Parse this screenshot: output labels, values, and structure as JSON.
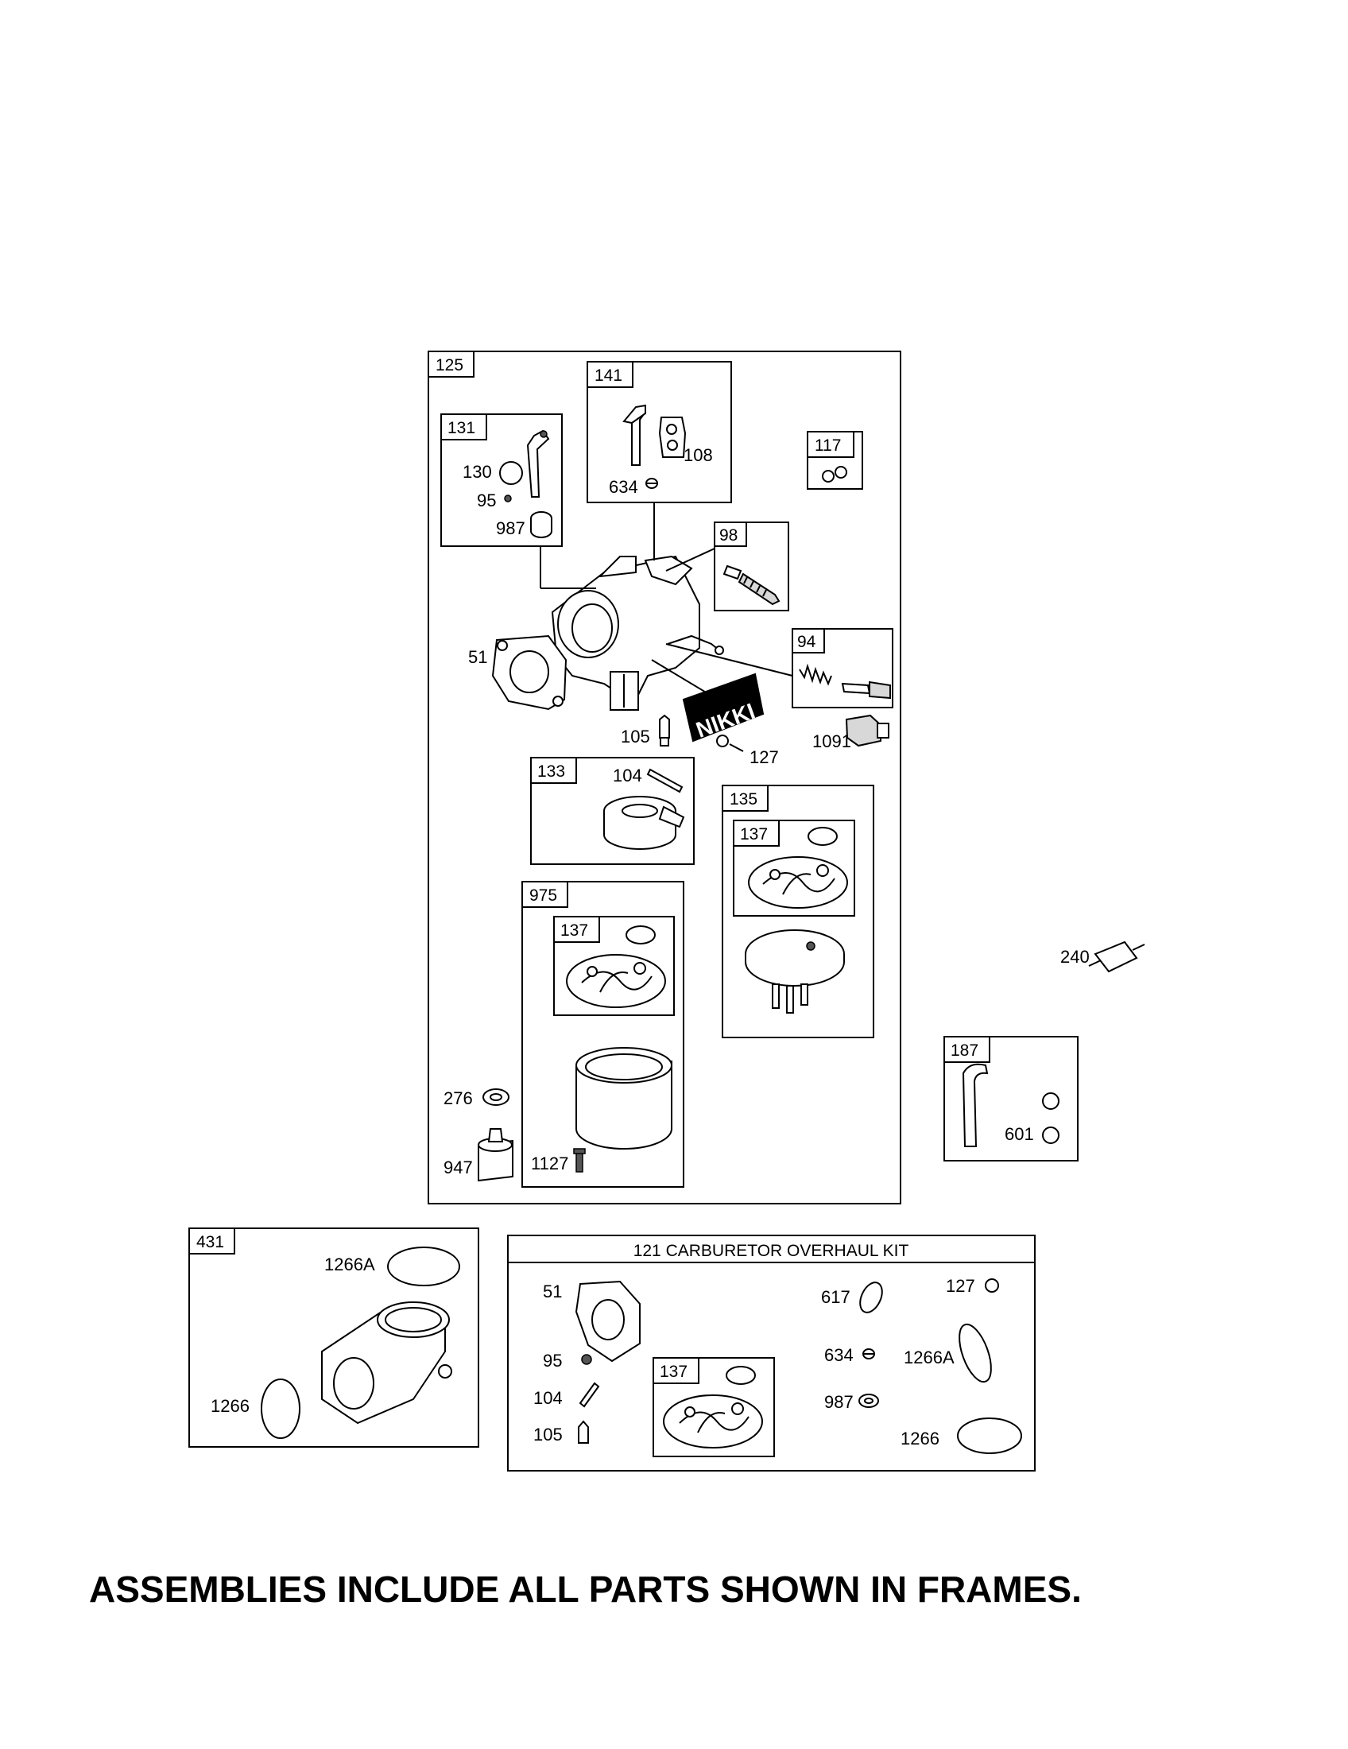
{
  "frames": {
    "main": "125",
    "f141": "141",
    "f131": "131",
    "f117": "117",
    "f98": "98",
    "f94": "94",
    "f133": "133",
    "f135": "135",
    "f137a": "137",
    "f975": "975",
    "f137b": "137",
    "f187": "187",
    "f431": "431",
    "kit_title": "121 CARBURETOR OVERHAUL KIT",
    "f137c": "137"
  },
  "labels": {
    "p108": "108",
    "p634": "634",
    "p130": "130",
    "p95": "95",
    "p987": "987",
    "p51": "51",
    "p105": "105",
    "p127": "127",
    "p1091": "1091",
    "p104": "104",
    "p240": "240",
    "p276": "276",
    "p947": "947",
    "p1127": "1127",
    "p601": "601",
    "p1266A": "1266A",
    "p1266": "1266",
    "k51": "51",
    "k95": "95",
    "k104": "104",
    "k105": "105",
    "k617": "617",
    "k127": "127",
    "k634": "634",
    "k1266A": "1266A",
    "k987": "987",
    "k1266": "1266"
  },
  "brand_logo": "NIKKI",
  "footer_note": "ASSEMBLIES INCLUDE ALL PARTS SHOWN IN FRAMES."
}
